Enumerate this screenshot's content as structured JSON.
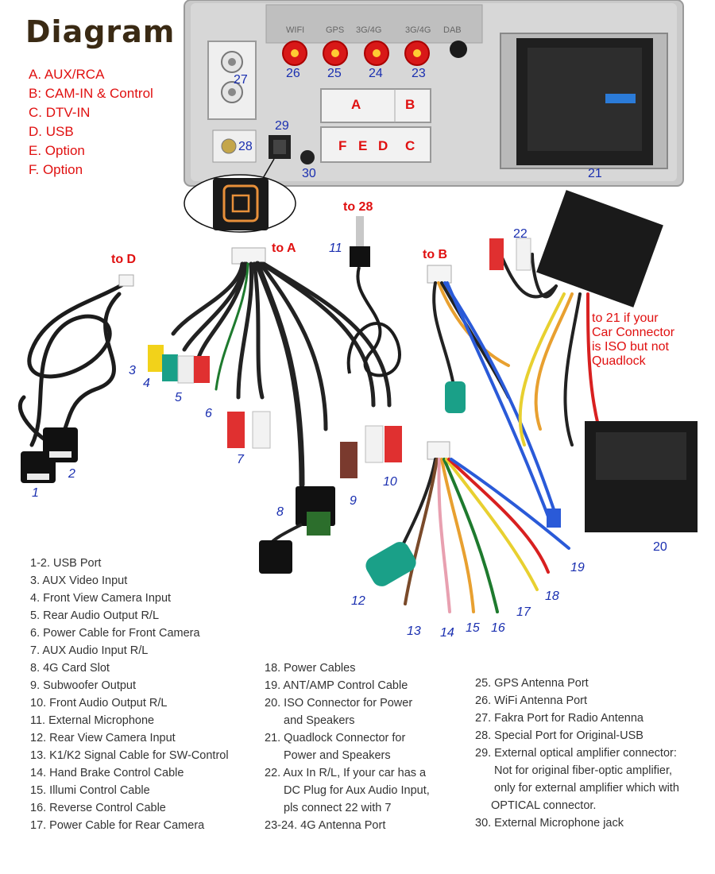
{
  "title": "Diagram",
  "port_legend": [
    "A. AUX/RCA",
    "B: CAM-IN & Control",
    "C. DTV-IN",
    "D. USB",
    "E. Option",
    "F. Option"
  ],
  "panel_labels": {
    "wifi": "WIFI",
    "gps": "GPS",
    "4g_a": "3G/4G",
    "4g_b": "3G/4G",
    "dab": "DAB",
    "conn_a": "A",
    "conn_b": "B",
    "conn_f": "F",
    "conn_e": "E",
    "conn_d": "D",
    "conn_c": "C"
  },
  "callouts": {
    "to_d": "to D",
    "to_a": "to A",
    "to_28": "to 28",
    "to_b": "to B",
    "iso_note": [
      "to 21 if your",
      "Car Connector",
      "is ISO but not",
      "Quadlock"
    ]
  },
  "numbers": {
    "n1": "1",
    "n2": "2",
    "n3": "3",
    "n4": "4",
    "n5": "5",
    "n6": "6",
    "n7": "7",
    "n8": "8",
    "n9": "9",
    "n10": "10",
    "n11": "11",
    "n12": "12",
    "n13": "13",
    "n14": "14",
    "n15": "15",
    "n16": "16",
    "n17": "17",
    "n18": "18",
    "n19": "19",
    "n20": "20",
    "n21": "21",
    "n22": "22",
    "n23": "23",
    "n24": "24",
    "n25": "25",
    "n26": "26",
    "n27": "27",
    "n28": "28",
    "n29": "29",
    "n30": "30"
  },
  "descriptions": {
    "col1": [
      "1-2. USB Port",
      "3. AUX Video Input",
      "4. Front View Camera Input",
      "5. Rear Audio Output R/L",
      "6. Power Cable for Front Camera",
      "7. AUX Audio Input R/L",
      "8. 4G Card Slot",
      "9. Subwoofer Output",
      "10. Front Audio Output R/L",
      "11. External Microphone",
      "12. Rear View Camera Input",
      "13. K1/K2 Signal Cable for SW-Control",
      "14. Hand Brake Control Cable",
      "15. Illumi Control Cable",
      "16. Reverse Control Cable",
      "17. Power Cable for Rear Camera"
    ],
    "col2": {
      "d18": "18. Power Cables",
      "d19": "19. ANT/AMP Control Cable",
      "d20a": "20. ISO Connector for Power",
      "d20b": "and Speakers",
      "d21a": "21. Quadlock Connector for",
      "d21b": "Power and Speakers",
      "d22a": "22. Aux In R/L, If your car has a",
      "d22b": "DC Plug for Aux Audio Input,",
      "d22c": "pls connect 22 with 7",
      "d23": "23-24. 4G Antenna Port"
    },
    "col3": {
      "d25": "25. GPS Antenna Port",
      "d26": "26. WiFi Antenna Port",
      "d27": "27. Fakra Port for Radio Antenna",
      "d28": "28. Special Port for Original-USB",
      "d29a": "29. External optical amplifier connector:",
      "d29b": "Not for original fiber-optic amplifier,",
      "d29c": "only for external amplifier which with",
      "d29d": "OPTICAL connector.",
      "d30": "30. External Microphone jack"
    }
  },
  "colors": {
    "title": "#3a2a14",
    "legend_red": "#e01010",
    "number_blue": "#1a2fb0",
    "panel_silver": "#cfcfcf",
    "antenna_red": "#d81818",
    "optical_orange": "#e8903a"
  }
}
